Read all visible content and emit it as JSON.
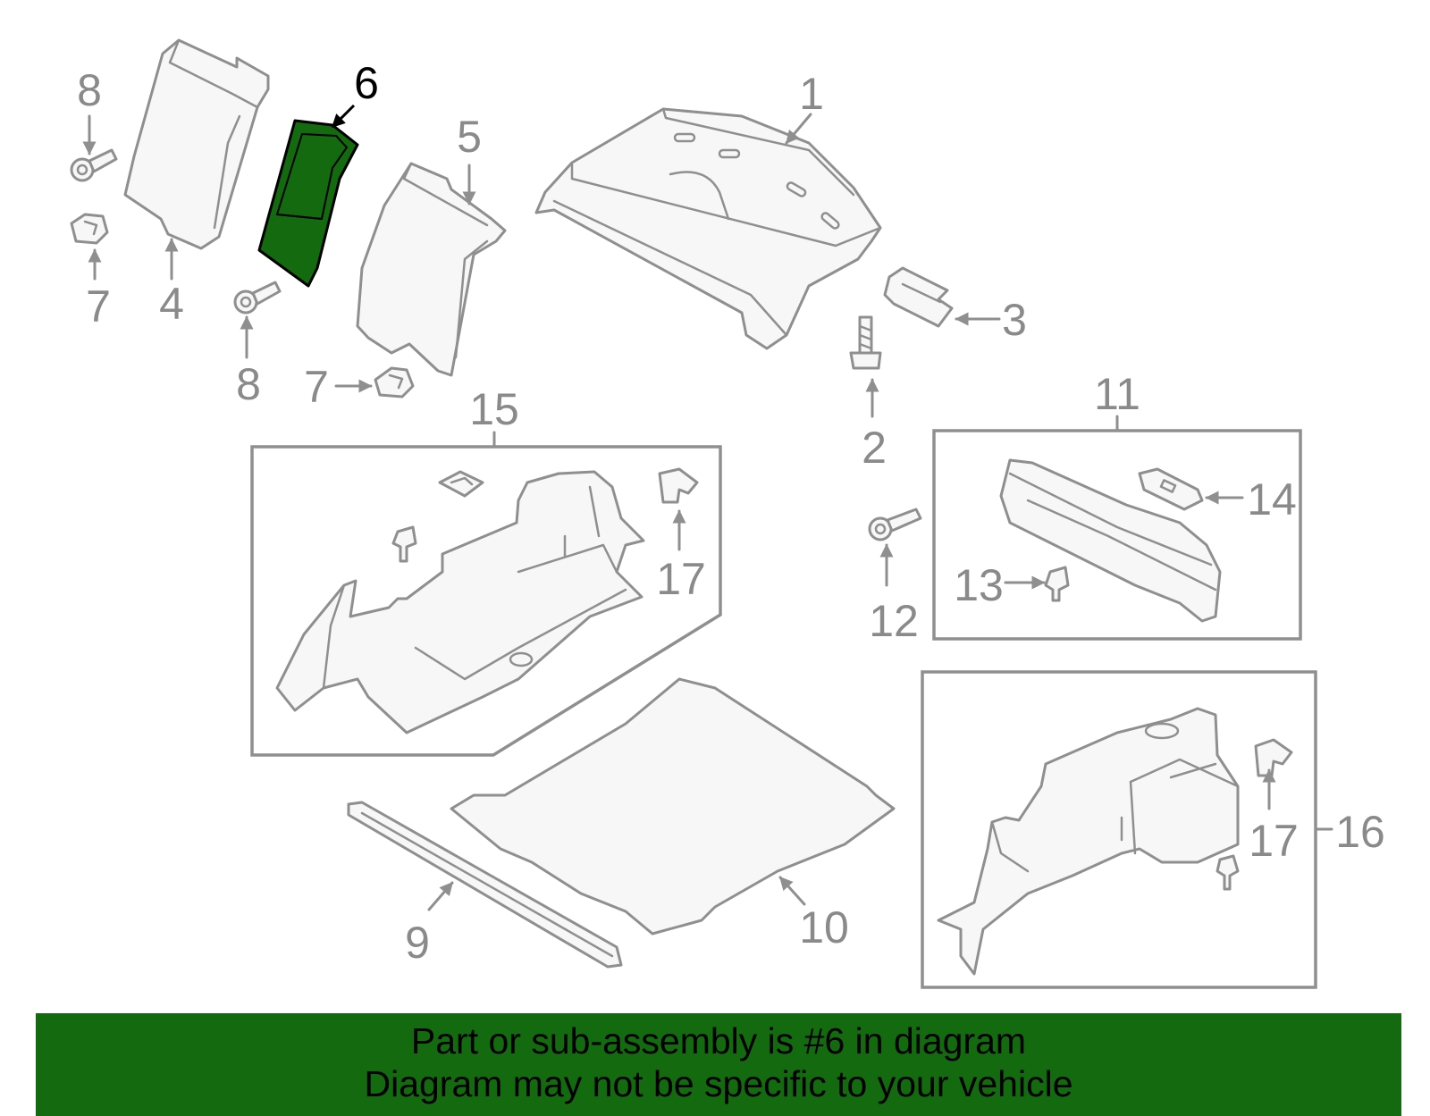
{
  "highlight_color": "#136a0f",
  "highlighted_part": "6",
  "callouts": {
    "c1": "1",
    "c2": "2",
    "c3": "3",
    "c4": "4",
    "c5": "5",
    "c6": "6",
    "c7a": "7",
    "c7b": "7",
    "c8a": "8",
    "c8b": "8",
    "c9": "9",
    "c10": "10",
    "c11": "11",
    "c12": "12",
    "c13": "13",
    "c14": "14",
    "c15": "15",
    "c16": "16",
    "c17a": "17",
    "c17b": "17"
  },
  "banner": {
    "line1": "Part or sub-assembly is #6 in diagram",
    "line2": "Diagram may not be specific to your vehicle"
  }
}
